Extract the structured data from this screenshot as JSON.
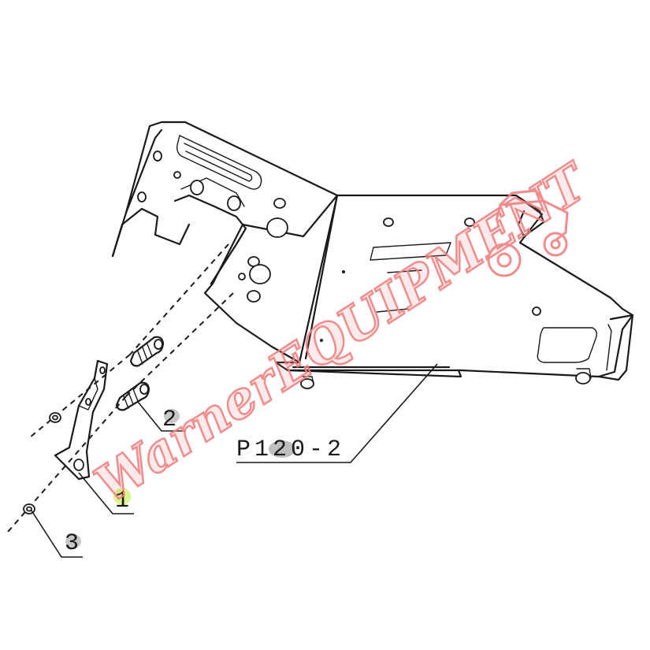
{
  "figure": {
    "part_number": "P120-2",
    "callouts": [
      {
        "id": "1",
        "label": "1"
      },
      {
        "id": "2",
        "label": "2"
      },
      {
        "id": "3",
        "label": "3"
      }
    ]
  },
  "watermark": {
    "text": "WarnerEQUIPMENT",
    "color": "#f08080",
    "icon": "tractor-icon"
  }
}
